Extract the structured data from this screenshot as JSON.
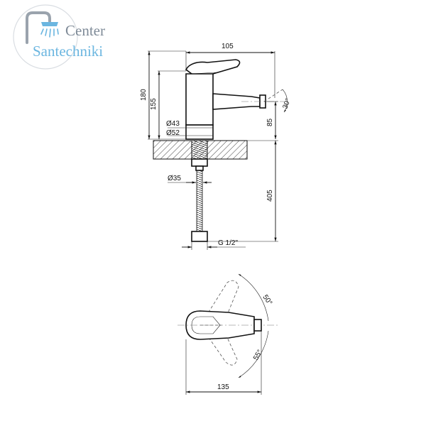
{
  "logo": {
    "line1": "Center",
    "line2": "Santechniki",
    "colors": {
      "text": "#7f8b98",
      "accent": "#6bb6e0"
    }
  },
  "side_view": {
    "dimensions": {
      "width_top": "105",
      "height_total": "180",
      "height_spout": "155",
      "diameter_inner": "Ø43",
      "diameter_base": "Ø52",
      "angle_spout": "30°",
      "height_outlet": "85",
      "diameter_hole": "Ø35",
      "hose_length": "405",
      "thread": "G 1/2\""
    }
  },
  "top_view": {
    "dimensions": {
      "angle_upper": "50°",
      "angle_lower": "55°",
      "length": "135"
    }
  }
}
